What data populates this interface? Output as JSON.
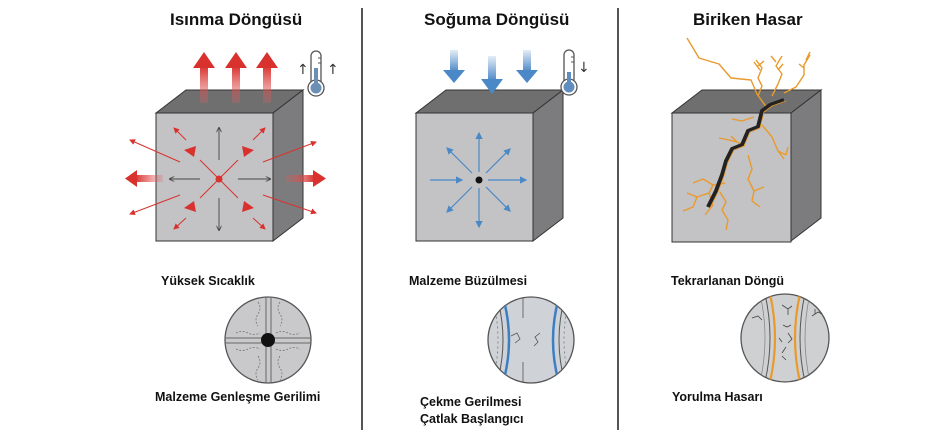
{
  "panels": [
    {
      "title": "Isınma Döngüsü",
      "label_top": "Yüksek Sıcaklık",
      "label_bottom": "Malzeme Genleşme Gerilimi",
      "accent": "#d9322e",
      "icon": "thermometer-rising-icon"
    },
    {
      "title": "Soğuma Döngüsü",
      "label_top": "Malzeme Büzülmesi",
      "label_bottom_lines": [
        "Çekme Gerilmesi",
        "Çatlak Başlangıcı"
      ],
      "accent": "#4a88c7",
      "icon": "thermometer-falling-icon"
    },
    {
      "title": "Biriken Hasar",
      "label_top": "Tekrarlanan Döngü",
      "label_bottom": "Yorulma Hasarı",
      "accent": "#e89a2c",
      "icon": "crack-icon"
    }
  ]
}
